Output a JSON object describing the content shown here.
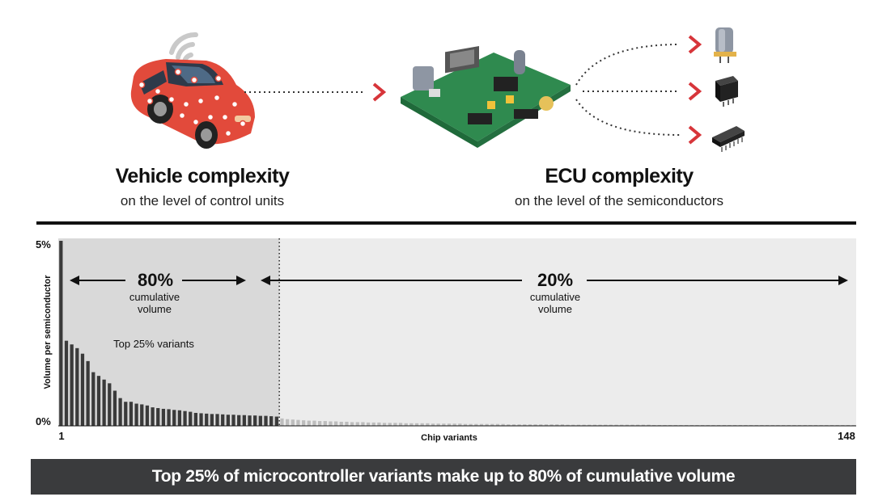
{
  "header": {
    "vehicle_title": "Vehicle complexity",
    "vehicle_subtitle": "on the level of control units",
    "ecu_title": "ECU complexity",
    "ecu_subtitle": "on the level of the semiconductors"
  },
  "icons": [
    "car-wifi-icon",
    "ecu-board-icon",
    "crystal-oscillator-icon",
    "mosfet-chip-icon",
    "ic-chip-icon",
    "chevron-right-icon"
  ],
  "colors": {
    "car": "#e24a3b",
    "board": "#2f8a4f",
    "accent_arrow": "#d7353a",
    "shade": "#d9d9d9",
    "light_shade": "#ececec",
    "banner": "#3a3b3d"
  },
  "chart_data": {
    "type": "bar",
    "ylabel": "Volume per semiconductor",
    "xlabel": "Chip variants",
    "yticks": [
      "5%",
      "0%"
    ],
    "xticks": [
      "1",
      "148"
    ],
    "xlim": [
      1,
      148
    ],
    "ylim": [
      0,
      5
    ],
    "values": [
      5.0,
      2.3,
      2.2,
      2.1,
      1.95,
      1.75,
      1.45,
      1.35,
      1.25,
      1.15,
      0.95,
      0.75,
      0.65,
      0.65,
      0.6,
      0.58,
      0.55,
      0.5,
      0.48,
      0.46,
      0.45,
      0.43,
      0.42,
      0.4,
      0.38,
      0.35,
      0.34,
      0.33,
      0.32,
      0.32,
      0.31,
      0.3,
      0.3,
      0.29,
      0.29,
      0.28,
      0.28,
      0.27,
      0.27,
      0.26,
      0.25,
      0.2,
      0.18,
      0.17,
      0.16,
      0.15,
      0.14,
      0.14,
      0.13,
      0.13,
      0.12,
      0.12,
      0.11,
      0.11,
      0.1,
      0.1,
      0.1,
      0.09,
      0.09,
      0.09,
      0.08,
      0.08,
      0.08,
      0.08,
      0.07,
      0.07,
      0.07,
      0.07,
      0.07,
      0.06,
      0.06,
      0.06,
      0.06,
      0.06,
      0.06,
      0.05,
      0.05,
      0.05,
      0.05,
      0.05,
      0.05,
      0.05,
      0.05,
      0.04,
      0.04,
      0.04,
      0.04,
      0.04,
      0.04,
      0.04,
      0.04,
      0.04,
      0.04,
      0.04,
      0.03,
      0.03,
      0.03,
      0.03,
      0.03,
      0.03,
      0.03,
      0.03,
      0.03,
      0.03,
      0.03,
      0.03,
      0.03,
      0.03,
      0.03,
      0.03,
      0.02,
      0.02,
      0.02,
      0.02,
      0.02,
      0.02,
      0.02,
      0.02,
      0.02,
      0.02,
      0.02,
      0.02,
      0.02,
      0.02,
      0.02,
      0.02,
      0.02,
      0.02,
      0.02,
      0.02,
      0.02,
      0.02,
      0.02,
      0.02,
      0.02,
      0.02,
      0.02,
      0.01,
      0.01,
      0.01,
      0.01,
      0.01,
      0.01,
      0.01,
      0.01,
      0.01,
      0.01,
      0.01
    ],
    "split_at_variant": 41,
    "regions": [
      {
        "percent": "80%",
        "label_line1": "cumulative",
        "label_line2": "volume",
        "note": "Top 25% variants"
      },
      {
        "percent": "20%",
        "label_line1": "cumulative",
        "label_line2": "volume"
      }
    ],
    "grid": false
  },
  "banner": {
    "text": "Top 25% of microcontroller variants make up to 80% of cumulative volume"
  }
}
